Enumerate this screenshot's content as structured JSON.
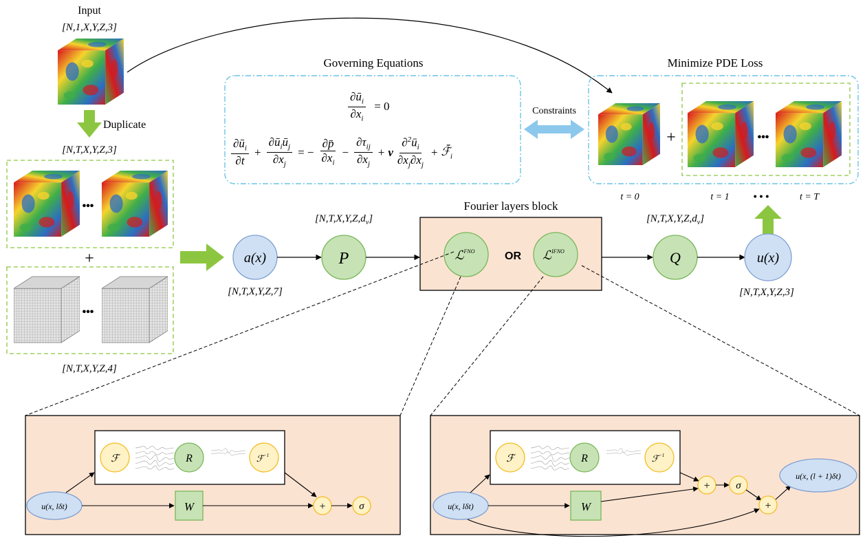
{
  "labels": {
    "input_title": "Input",
    "input_shape": "[N,1,X,Y,Z,3]",
    "duplicate": "Duplicate",
    "dup_shape": "[N,T,X,Y,Z,3]",
    "plus_mid": "+",
    "grid_shape": "[N,T,X,Y,Z,4]",
    "ellipsis": "•••",
    "governing_title": "Governing Equations",
    "constraints": "Constraints",
    "minimize_title": "Minimize PDE Loss",
    "plus_out": "+",
    "t0": "t = 0",
    "t1": "t = 1",
    "tdots": "• • •",
    "tT": "t = T",
    "fourier_title": "Fourier layers block",
    "shape_after_a": "[N,T,X,Y,Z,7]",
    "shape_after_p": "[N,T,X,Y,Z,d",
    "shape_after_p_sub": "v",
    "shape_before_q": "[N,T,X,Y,Z,d",
    "shape_before_q_sub": "v",
    "shape_out": "[N,T,X,Y,Z,3]",
    "or": "OR",
    "node_a": "a(x)",
    "node_p": "P",
    "node_q": "Q",
    "node_u": "u(x)",
    "l_fno": "ℒ",
    "l_fno_sup": "FNO",
    "l_ifno": "ℒ",
    "l_ifno_sup": "IFNO"
  },
  "equations": {
    "continuity_num": "∂ū",
    "continuity_num_sub": "i",
    "continuity_den": "∂x",
    "continuity_den_sub": "i",
    "continuity_rhs": "= 0",
    "m1_num": "∂ū",
    "m1_num_sub": "i",
    "m1_den": "∂t",
    "m2_num": "∂ū",
    "m2_num_sub": "i",
    "m2_num_b": "ū",
    "m2_num_b_sub": "j",
    "m2_den": "∂x",
    "m2_den_sub": "j",
    "m3_num": "∂p̄",
    "m3_den": "∂x",
    "m3_den_sub": "i",
    "m4_num": "∂τ",
    "m4_num_sub": "ij",
    "m4_den": "∂x",
    "m4_den_sub": "j",
    "nu": "ν",
    "m5_num": "∂",
    "m5_num_sup": "2",
    "m5_num_b": "ū",
    "m5_num_b_sub": "i",
    "m5_den": "∂x",
    "m5_den_sub": "j",
    "m5_den_b": "∂x",
    "m5_den_b_sub": "j",
    "force": "ℱ̄",
    "force_sub": "i",
    "op_plus": "+",
    "op_eq": "= −",
    "op_minus": "−"
  },
  "fno_detail": {
    "f": "ℱ",
    "r": "R",
    "finv": "ℱ",
    "finv_sup": "−1",
    "input": "u(x, lδt)",
    "w": "W",
    "plus": "+",
    "sigma": "σ"
  },
  "ifno_detail": {
    "f": "ℱ",
    "r": "R",
    "finv": "ℱ",
    "finv_sup": "−1",
    "input": "u(x, lδt)",
    "w": "W",
    "plus1": "+",
    "sigma": "σ",
    "plus2": "+",
    "output": "u(x, (l + 1)δt)"
  },
  "colors": {
    "blue_node_fill": "#cfe0f4",
    "blue_node_stroke": "#7f9fd0",
    "green_node_fill": "#c7e3b5",
    "green_node_stroke": "#79b65a",
    "yellow_node_fill": "#fff2c6",
    "yellow_node_stroke": "#f2bd25",
    "peach_fill": "#fbe3d2",
    "dashed_blue": "#6cc3e6",
    "dashed_green": "#8cc640",
    "arrow_green": "#8cc640",
    "arrow_blue": "#8cc8ec"
  }
}
